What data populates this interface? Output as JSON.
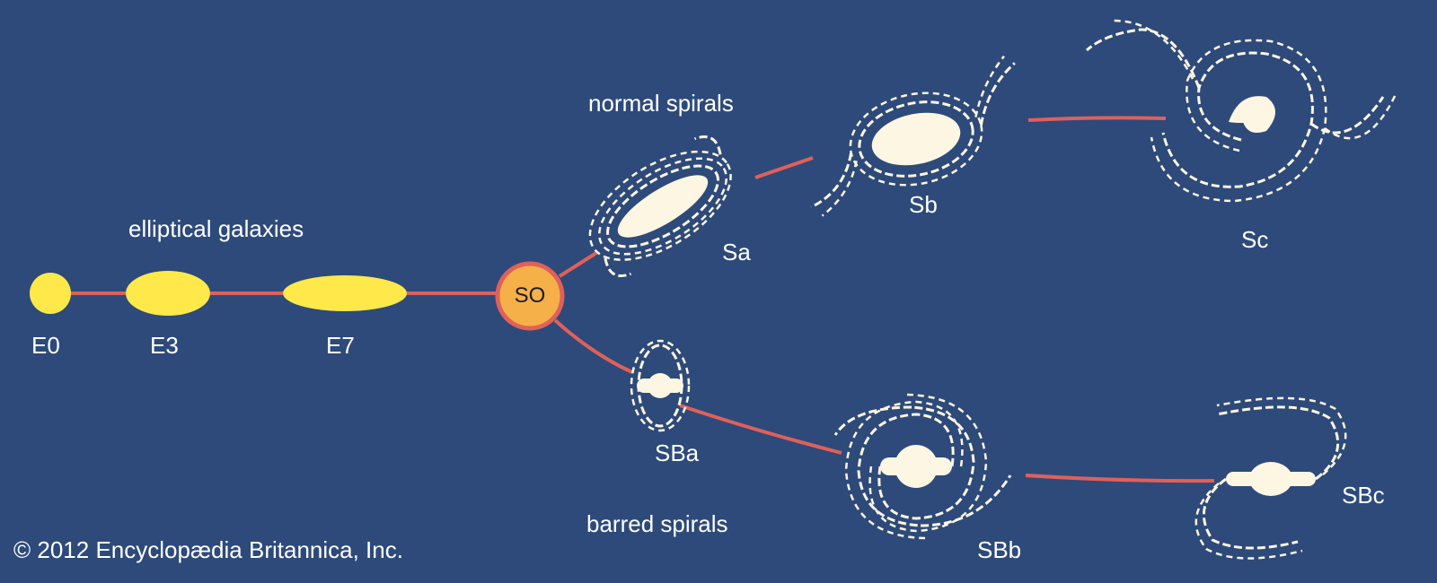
{
  "headings": {
    "elliptical": "elliptical galaxies",
    "normal_spirals": "normal spirals",
    "barred_spirals": "barred spirals"
  },
  "labels": {
    "E0": "E0",
    "E3": "E3",
    "E7": "E7",
    "SO": "SO",
    "Sa": "Sa",
    "Sb": "Sb",
    "Sc": "Sc",
    "SBa": "SBa",
    "SBb": "SBb",
    "SBc": "SBc"
  },
  "copyright": "© 2012 Encyclopædia Britannica, Inc.",
  "colors": {
    "background": "#2d4a7a",
    "connector": "#e0605a",
    "elliptical_fill": "#ffe84a",
    "so_fill": "#f5b04a",
    "spiral": "#fdf6e3",
    "text": "#ffffff"
  }
}
